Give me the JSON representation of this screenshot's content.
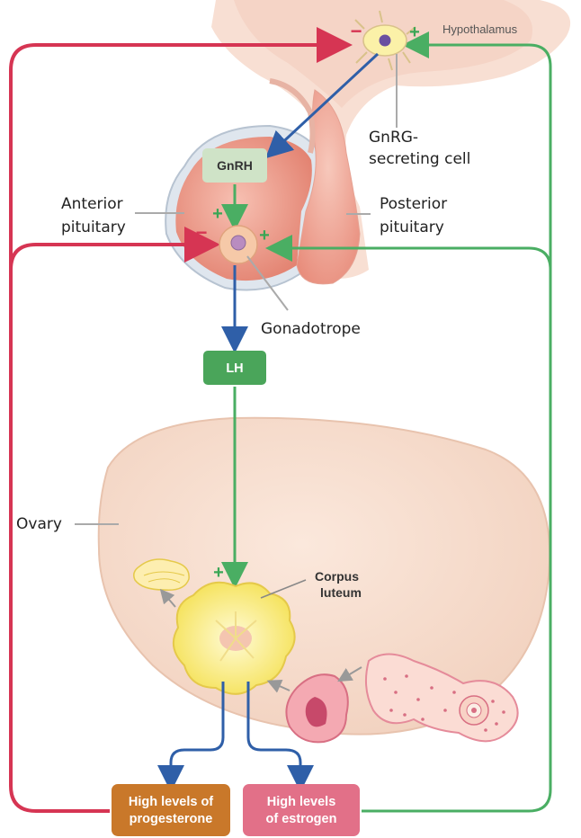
{
  "labels": {
    "hypothalamus": "Hypothalamus",
    "gnrg_cell_line1": "GnRG-",
    "gnrg_cell_line2": "secreting cell",
    "gnrh": "GnRH",
    "anterior_line1": "Anterior",
    "anterior_line2": "pituitary",
    "posterior_line1": "Posterior",
    "posterior_line2": "pituitary",
    "gonadotrope": "Gonadotrope",
    "lh": "LH",
    "ovary": "Ovary",
    "corpus_line1": "Corpus",
    "corpus_line2": "luteum",
    "progesterone_line1": "High levels of",
    "progesterone_line2": "progesterone",
    "estrogen_line1": "High levels",
    "estrogen_line2": "of estrogen"
  },
  "signs": {
    "plus": "+",
    "minus": "−"
  },
  "colors": {
    "positive_feedback": "#4aae63",
    "negative_feedback": "#d63553",
    "secretion_arrow": "#2f5fa8",
    "gnrh_box": "#cfe3c7",
    "lh_box": "#4aa55a",
    "progesterone_box": "#c9782a",
    "estrogen_box": "#e27088",
    "ovary": "#f6dccb",
    "pituitary": "#ea8f80"
  }
}
